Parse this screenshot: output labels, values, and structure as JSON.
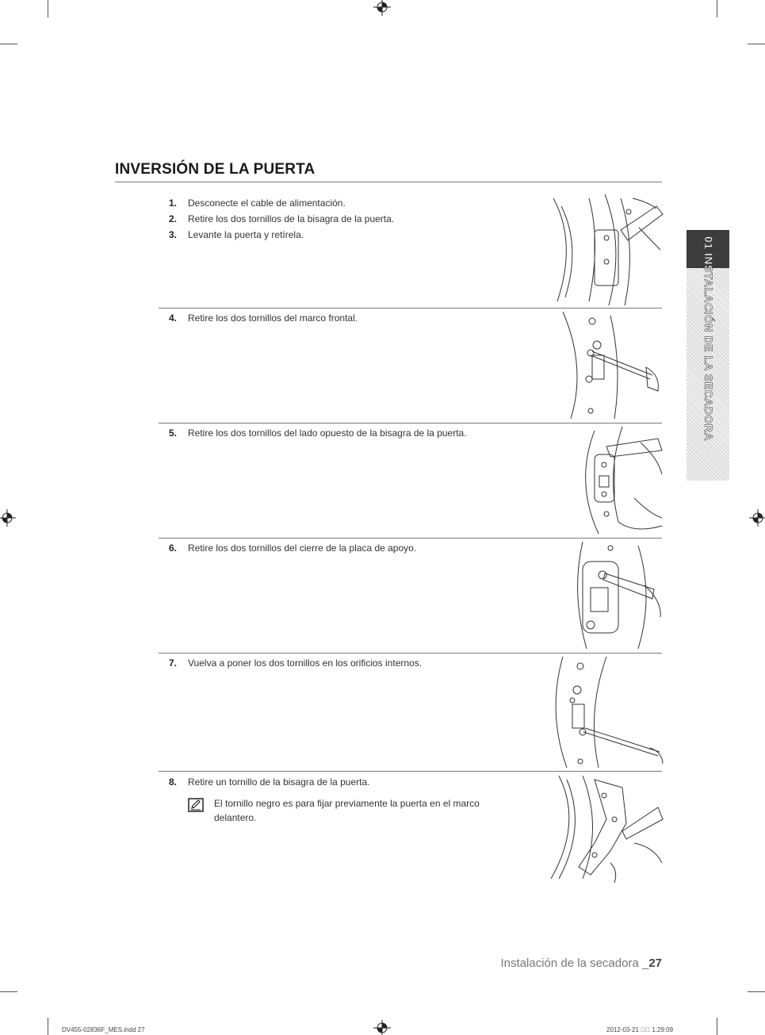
{
  "section_title": "INVERSIÓN DE LA PUERTA",
  "steps": [
    {
      "num": "1.",
      "text": "Desconecte el cable de alimentación."
    },
    {
      "num": "2.",
      "text": "Retire los dos tornillos de la bisagra de la puerta."
    },
    {
      "num": "3.",
      "text": "Levante la puerta y retírela."
    },
    {
      "num": "4.",
      "text": "Retire los dos tornillos del marco frontal."
    },
    {
      "num": "5.",
      "text": "Retire los dos tornillos del lado opuesto de la bisagra de la puerta."
    },
    {
      "num": "6.",
      "text": "Retire los dos tornillos del cierre de la placa de apoyo."
    },
    {
      "num": "7.",
      "text": "Vuelva a poner los dos tornillos en los orificios internos."
    },
    {
      "num": "8.",
      "text": "Retire un tornillo de la bisagra de la puerta."
    }
  ],
  "note_text": "El tornillo negro es para fijar previamente la puerta en el marco delantero.",
  "side_tab": "01 INSTALACIÓN DE LA SECADORA",
  "footer": {
    "label": "Instalación de la secadora _",
    "page": "27"
  },
  "print_info": {
    "file": "DV455-02836F_MES.indd   27",
    "date": "2012-03-21   ⃞⃞ 1:29:09"
  },
  "icons": [
    "note-pencil-icon",
    "registration-mark-icon"
  ]
}
